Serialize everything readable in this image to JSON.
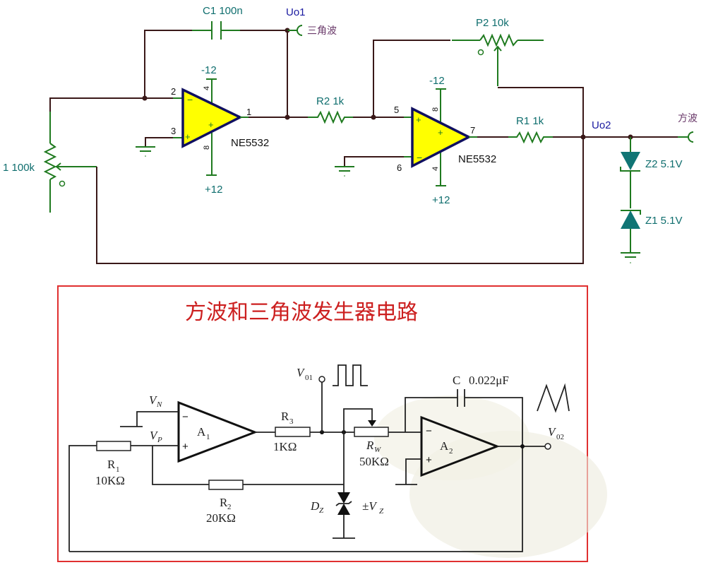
{
  "top_schematic": {
    "capacitor_c1": "C1 100n",
    "node_uo1": "Uo1",
    "output_triangle_wave": "三角波",
    "potentiometer_p1": "1 100k",
    "opamp1": {
      "model": "NE5532",
      "pin_inverting": "2",
      "pin_noninverting": "3",
      "pin_output": "1",
      "pin_vneg": "4",
      "pin_vpos": "8",
      "supply_neg": "-12",
      "supply_pos": "+12"
    },
    "resistor_r2": "R2 1k",
    "potentiometer_p2": "P2 10k",
    "opamp2": {
      "model": "NE5532",
      "pin_noninverting": "5",
      "pin_inverting": "6",
      "pin_output": "7",
      "pin_top": "8",
      "pin_bottom": "4",
      "supply_neg": "-12",
      "supply_pos": "+12"
    },
    "resistor_r1": "R1 1k",
    "node_uo2": "Uo2",
    "output_square_wave": "方波",
    "zener_z2": "Z2 5.1V",
    "zener_z1": "Z1 5.1V",
    "colors": {
      "wire": "#3a1818",
      "component": "#1f7a1f",
      "opamp_fill": "#ffff00",
      "opamp_outline": "#101060",
      "label": "#0f6e6e",
      "node_label": "#1a1aa0"
    }
  },
  "bottom_schematic": {
    "title": "方波和三角波发生器电路",
    "opamp_a1": "A",
    "opamp_a1_sub": "1",
    "opamp_a2": "A",
    "opamp_a2_sub": "2",
    "vn": "V",
    "vn_sub": "N",
    "vp": "V",
    "vp_sub": "P",
    "r1_name": "R",
    "r1_sub": "1",
    "r1_value": "10KΩ",
    "r2_name": "R",
    "r2_sub": "2",
    "r2_value": "20KΩ",
    "r3_name": "R",
    "r3_sub": "3",
    "r3_value": "1KΩ",
    "rw_name": "R",
    "rw_sub": "W",
    "rw_value": "50KΩ",
    "cap_name": "C",
    "cap_value": "0.022μF",
    "v01": "V",
    "v01_sub": "01",
    "v02": "V",
    "v02_sub": "02",
    "dz": "D",
    "dz_sub": "Z",
    "vz": "±V",
    "vz_sub": "Z",
    "minus_sign": "−",
    "plus_sign": "+",
    "colors": {
      "frame": "#e03030",
      "title": "#cc1f1f",
      "line": "#222222"
    }
  }
}
